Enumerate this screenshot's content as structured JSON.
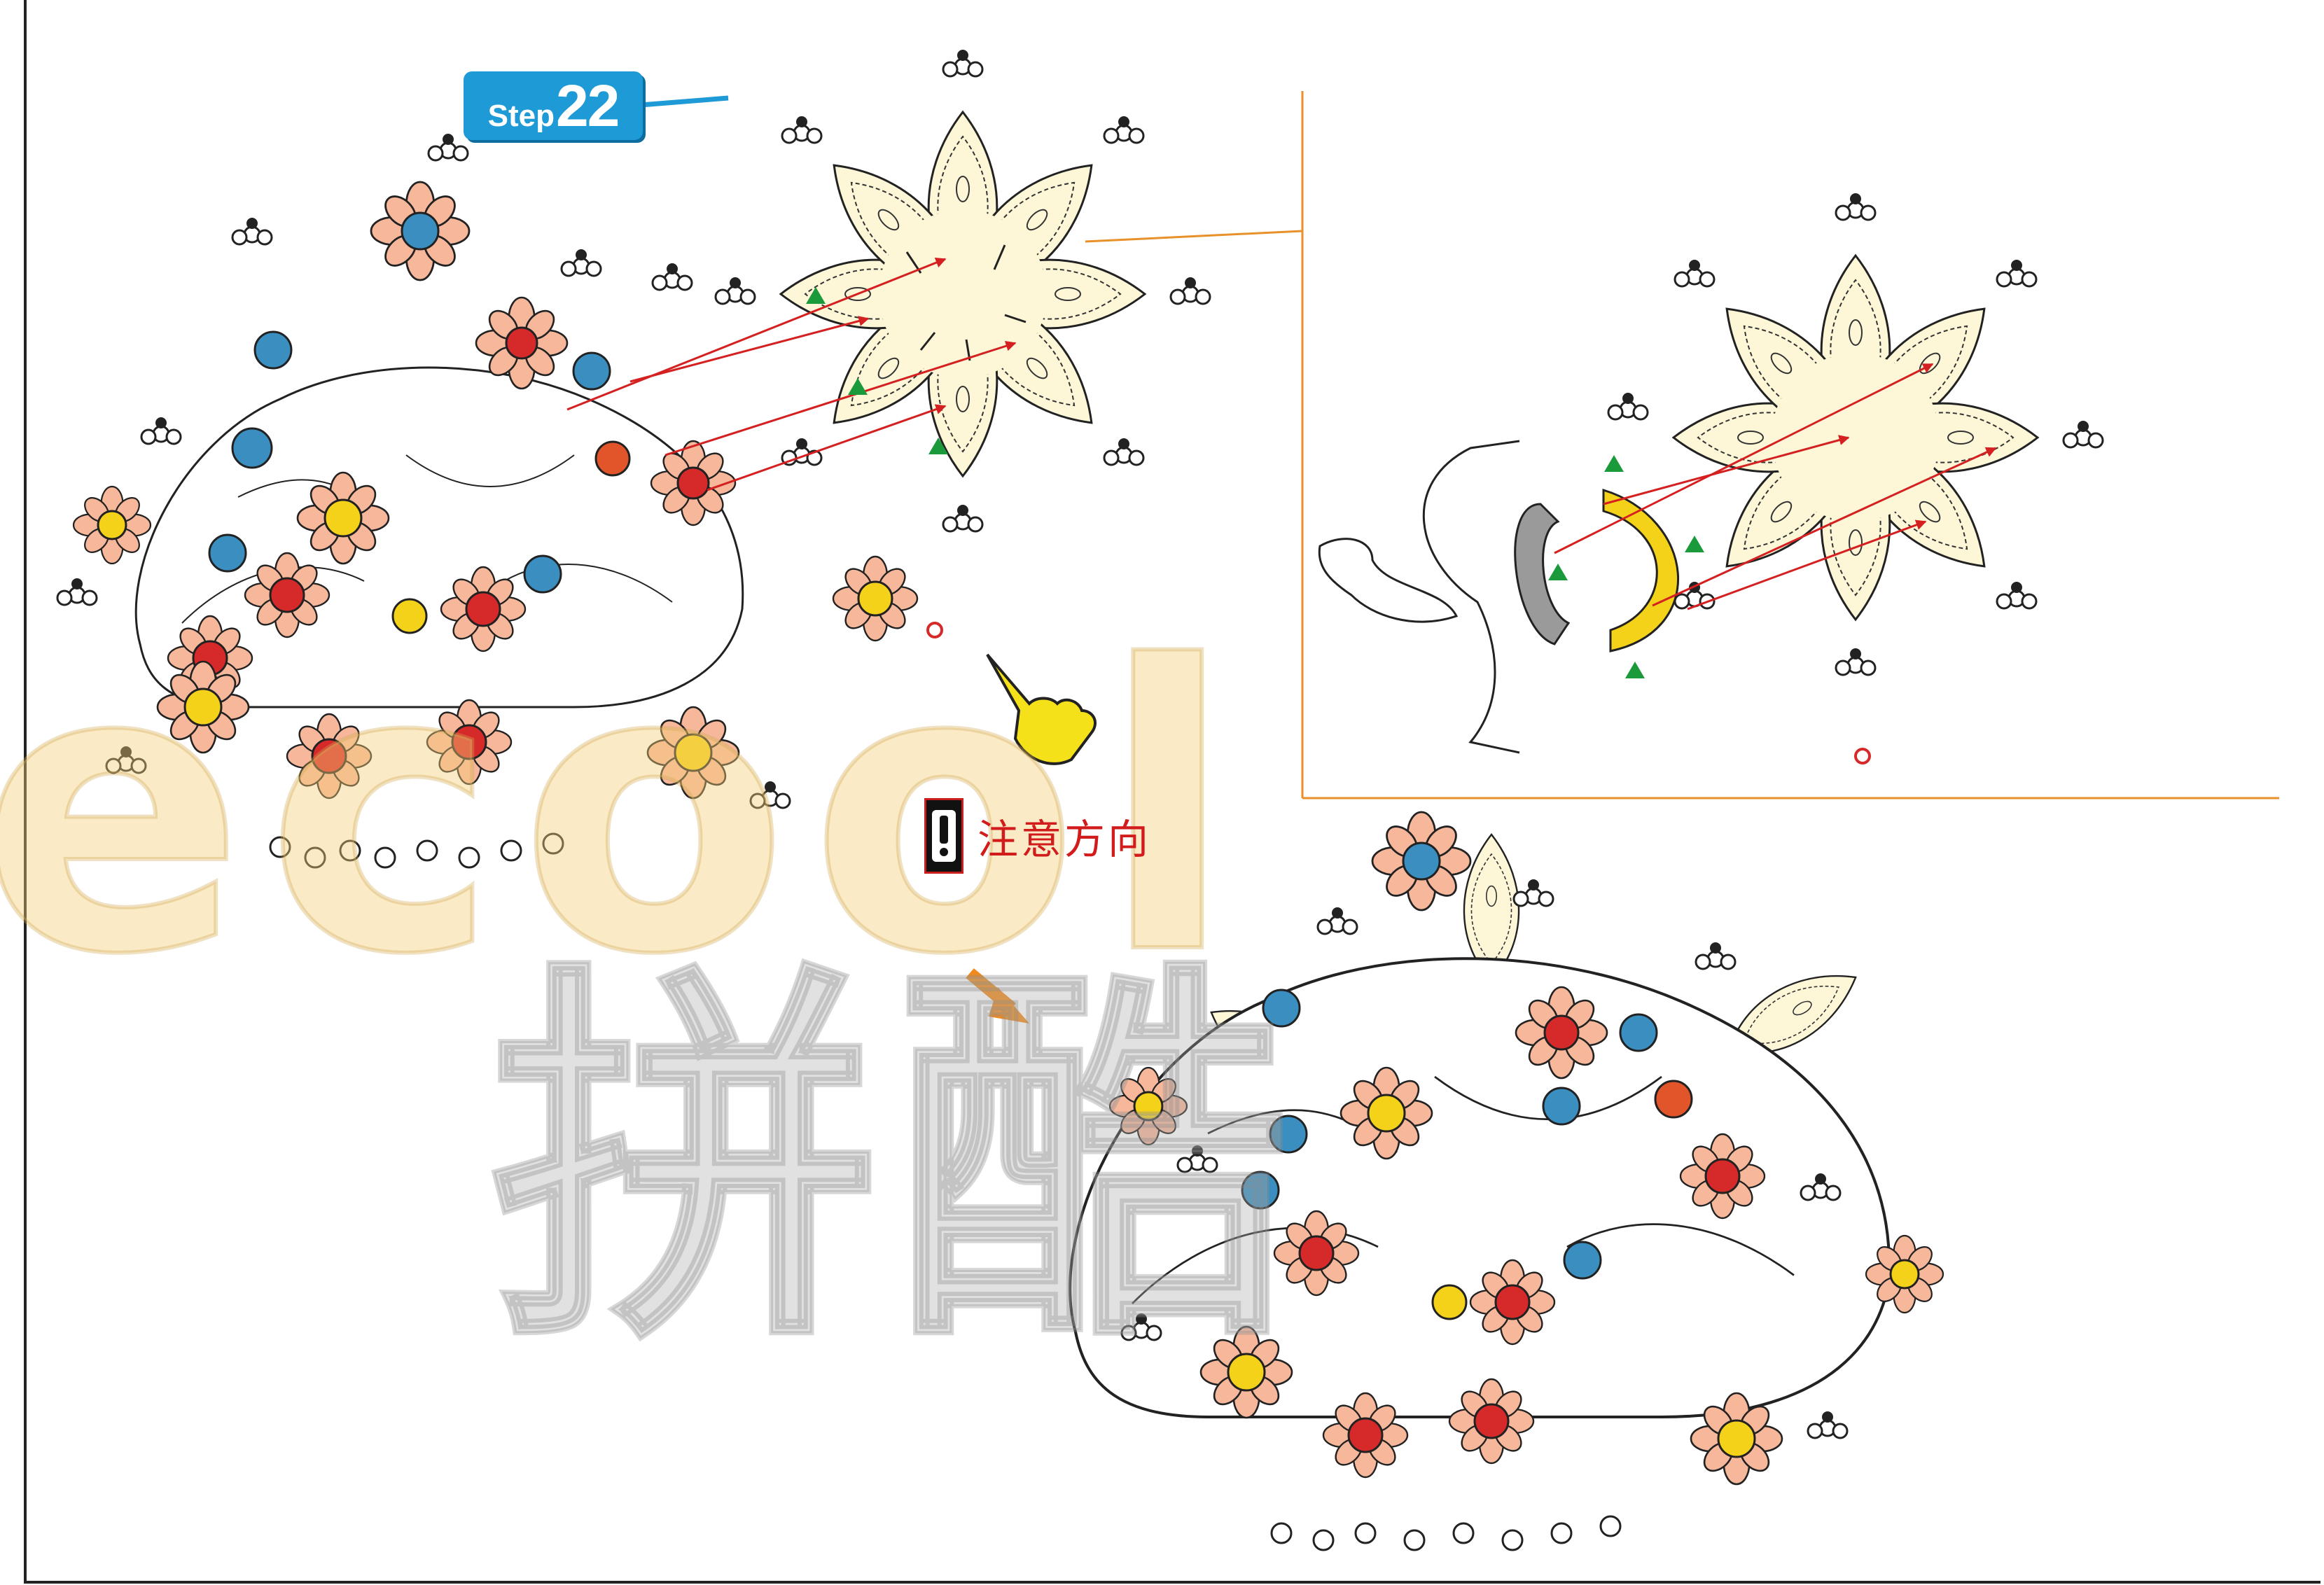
{
  "step": {
    "word": "Step",
    "number": "22"
  },
  "warning": {
    "text": "注意方向"
  },
  "watermark": {
    "latin": "ecool",
    "chinese": "拼酷"
  },
  "colors": {
    "step_badge": "#1e9ad6",
    "petal_fill": "#fdf7d8",
    "detail_line": "#e8902a",
    "arrow": "#d42020",
    "marker": "#1a9a3a",
    "ring": "#f5d21a",
    "pointer_hand": "#f5e11a",
    "next_arrow": "#f08a1e",
    "warning_text": "#d21b1b"
  },
  "icons": [
    "pointing-hand-icon",
    "exclamation-icon",
    "direction-arrow-icon"
  ]
}
